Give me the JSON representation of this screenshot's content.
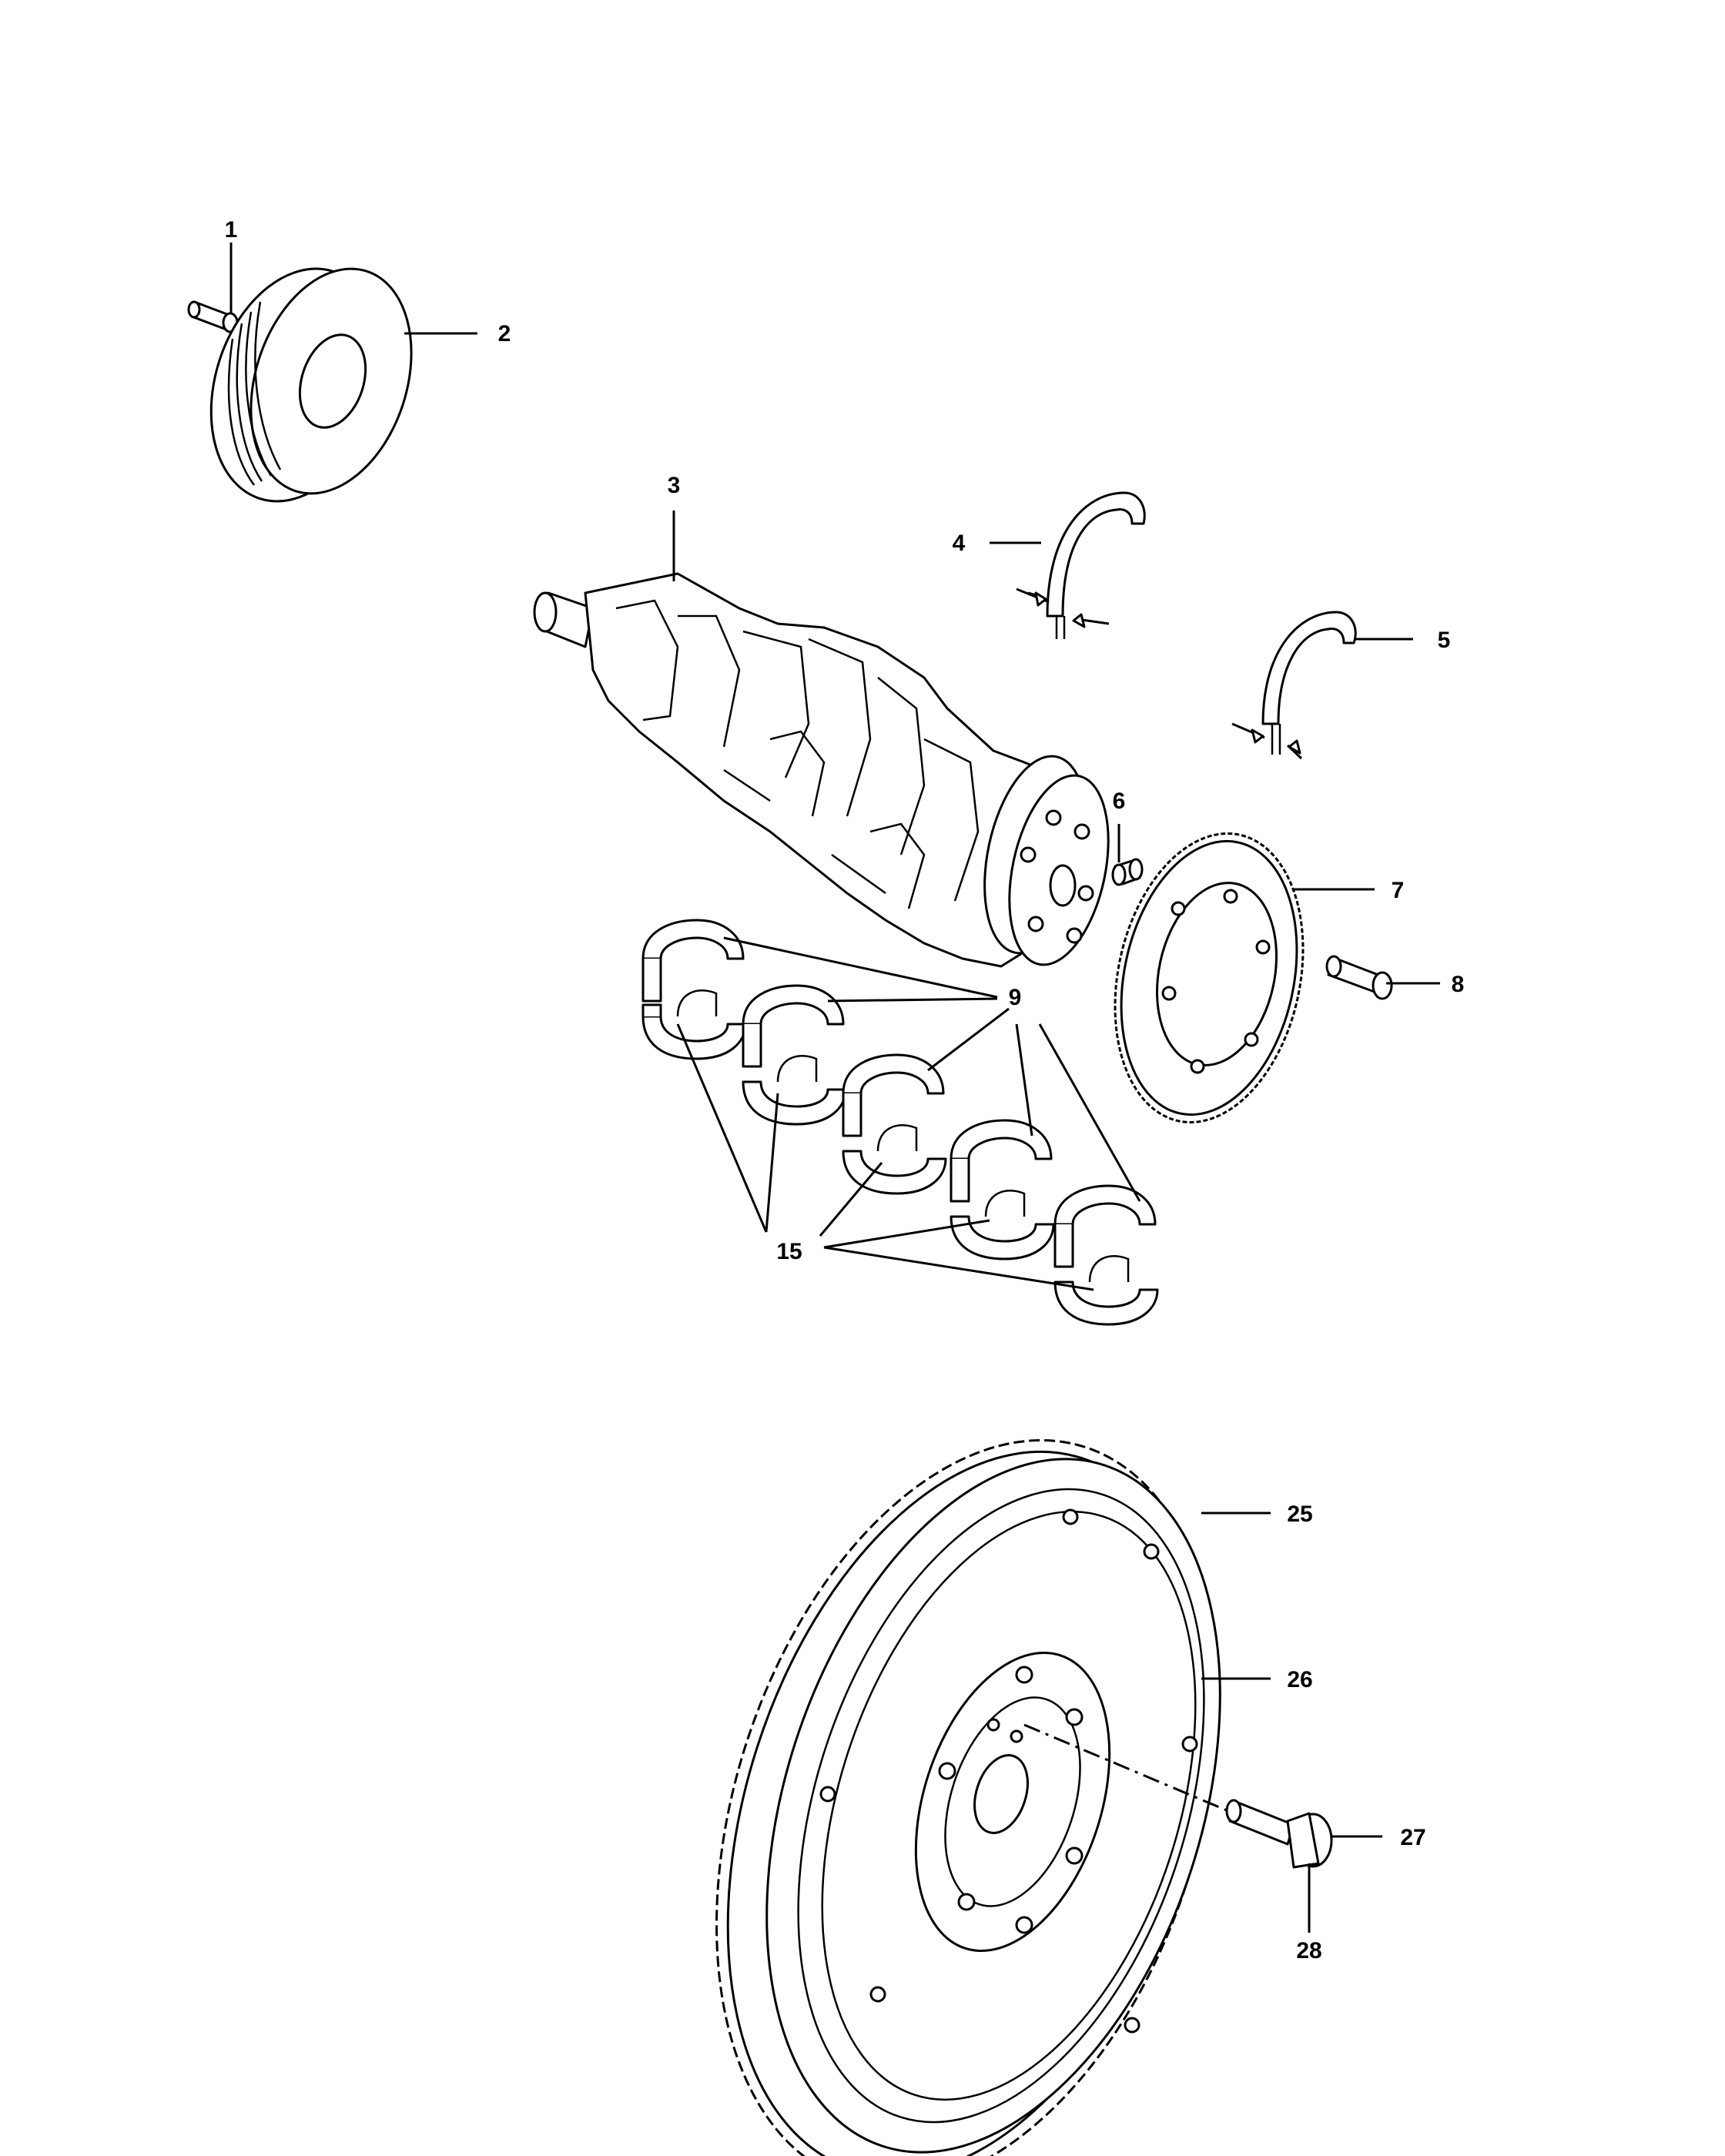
{
  "callouts": {
    "c1": "1",
    "c2": "2",
    "c3": "3",
    "c4": "4",
    "c5": "5",
    "c6": "6",
    "c7": "7",
    "c8": "8",
    "c9": "9",
    "c15": "15",
    "c25": "25",
    "c26": "26",
    "c27": "27",
    "c28": "28"
  },
  "colors": {
    "line": "#000000",
    "background": "#ffffff"
  }
}
